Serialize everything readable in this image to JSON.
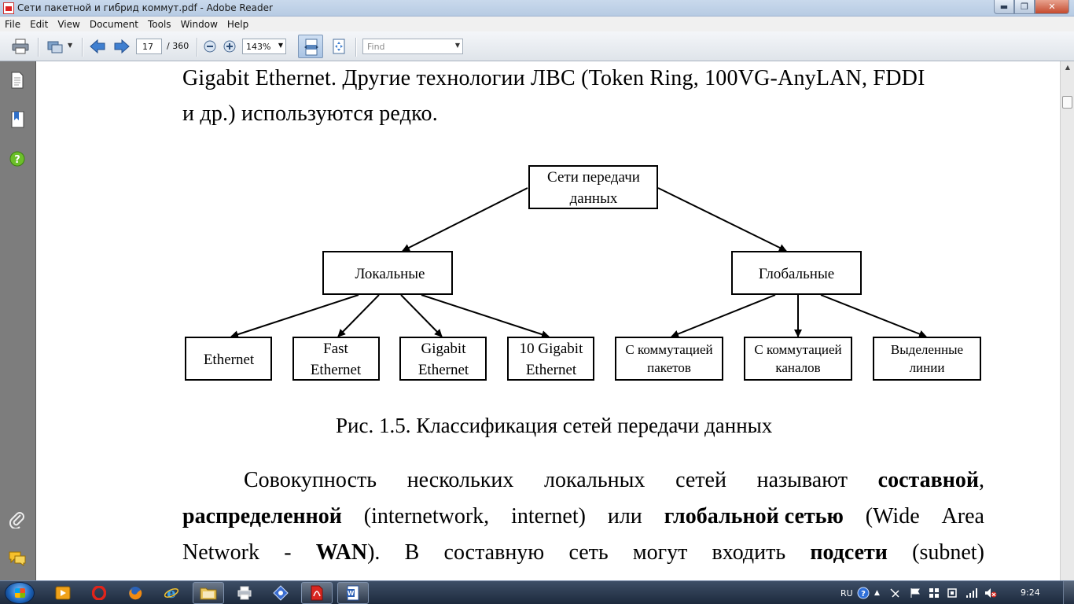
{
  "window": {
    "title": "Сети пакетной и гибрид коммут.pdf - Adobe Reader",
    "minimize": "▬",
    "maximize": "❐",
    "close": "✕"
  },
  "menu": [
    "File",
    "Edit",
    "View",
    "Document",
    "Tools",
    "Window",
    "Help"
  ],
  "toolbar": {
    "page_current": "17",
    "page_total": "/ 360",
    "zoom": "143%",
    "find_placeholder": "Find"
  },
  "document": {
    "para1_line1": "Gigabit Ethernet. Другие технологии ЛВС (Token Ring, 100VG-AnyLAN, FDDI",
    "para1_line2": "и др.) используются редко.",
    "diagram": {
      "root": [
        "Сети передачи",
        "данных"
      ],
      "local": "Локальные",
      "global": "Глобальные",
      "ethernet": "Ethernet",
      "fast": [
        "Fast",
        "Ethernet"
      ],
      "gigabit": [
        "Gigabit",
        "Ethernet"
      ],
      "ten_gigabit": [
        "10 Gigabit",
        "Ethernet"
      ],
      "packet": [
        "С коммутацией",
        "пакетов"
      ],
      "circuit": [
        "С коммутацией",
        "каналов"
      ],
      "dedicated": [
        "Выделенные",
        "линии"
      ]
    },
    "caption": "Рис. 1.5. Классификация сетей передачи данных",
    "para2": {
      "l1": [
        "Совокупность",
        "нескольких",
        "локальных",
        "сетей",
        "называют"
      ],
      "l1_bold": "составной",
      "l1_tail": ",",
      "l2_b1": "распределенной",
      "l2_t1": "(internetwork,",
      "l2_t2": "internet)",
      "l2_t3": "или",
      "l2_b2": "глобальной сетью",
      "l2_t4": "(Wide",
      "l2_t5": "Area",
      "l3_t1": "Network",
      "l3_t2": "-",
      "l3_b1": "WAN",
      "l3_t3": ").",
      "l3_t4": "В",
      "l3_t5": "составную",
      "l3_t6": "сеть",
      "l3_t7": "могут",
      "l3_t8": "входить",
      "l3_b2": "подсети",
      "l3_t9": "(subnet)"
    }
  },
  "taskbar": {
    "language": "RU",
    "clock": "9:24"
  },
  "colors": {
    "nav_panel": "#7d7d7d",
    "taskbar": "#1d2a3d",
    "help_green": "#6cbf2a"
  }
}
